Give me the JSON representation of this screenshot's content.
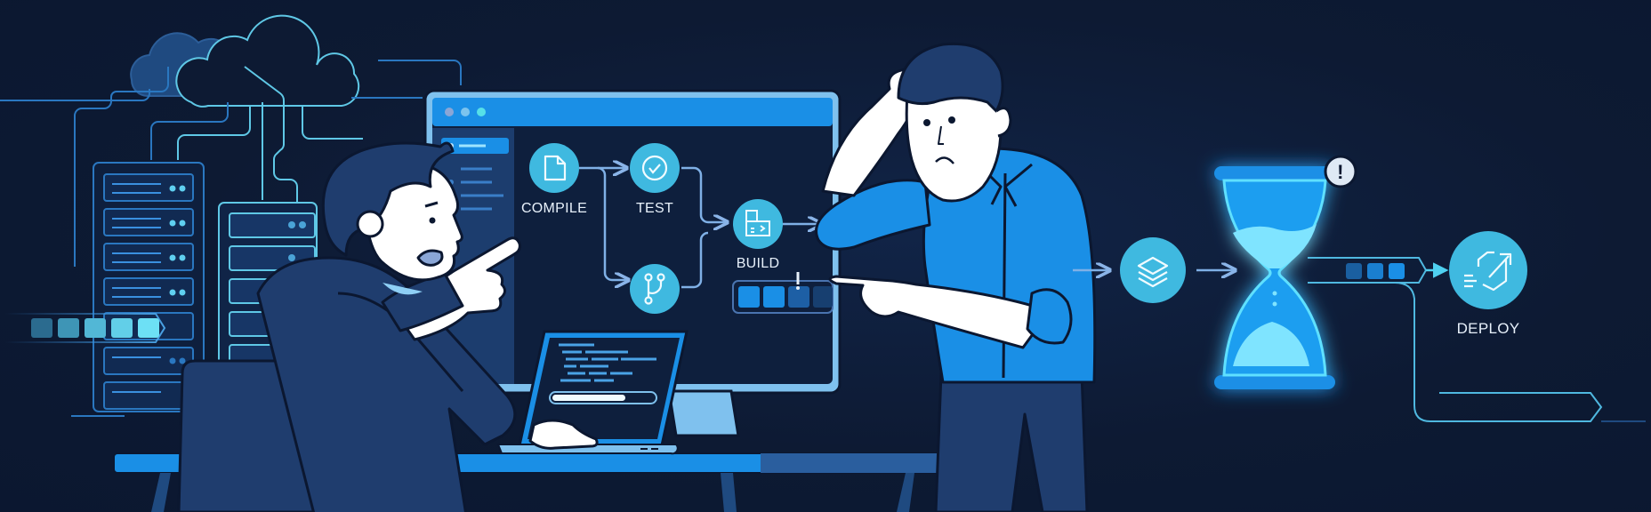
{
  "scene": {
    "description": "CI/CD pipeline illustration: stressed developer at laptop pointing at pipeline monitor, confused colleague scratching head, pipeline stalled at hourglass before deploy",
    "colors": {
      "background": "#0d1a33",
      "accent_blue": "#1a8fe6",
      "node_cyan": "#3fb9e0",
      "line_light": "#7fb0e6",
      "glow_cyan": "#4fd8ff",
      "text": "#e8f1fb"
    }
  },
  "monitor": {
    "window_dots": [
      "#8aa6d6",
      "#7cc4ee",
      "#56e0e8"
    ],
    "sidebar_items": 4,
    "pipeline": {
      "nodes": [
        {
          "id": "compile",
          "label": "COMPILE",
          "icon": "file-icon"
        },
        {
          "id": "test",
          "label": "TEST",
          "icon": "check-circle-icon"
        },
        {
          "id": "branch",
          "label": "",
          "icon": "git-branch-icon"
        },
        {
          "id": "build",
          "label": "BUILD",
          "icon": "build-icon"
        }
      ],
      "build_progress": {
        "segments_total": 4,
        "segments_filled": 2,
        "warning": "!"
      }
    }
  },
  "laptop": {
    "progress_percent": 70
  },
  "left_progress": {
    "segments": 5
  },
  "flow": {
    "layers_node": {
      "icon": "layers-icon"
    },
    "hourglass": {
      "icon": "hourglass-icon",
      "badge": "!"
    },
    "queue": {
      "segments": 3
    },
    "deploy_node": {
      "label": "DEPLOY",
      "icon": "deploy-icon"
    }
  }
}
